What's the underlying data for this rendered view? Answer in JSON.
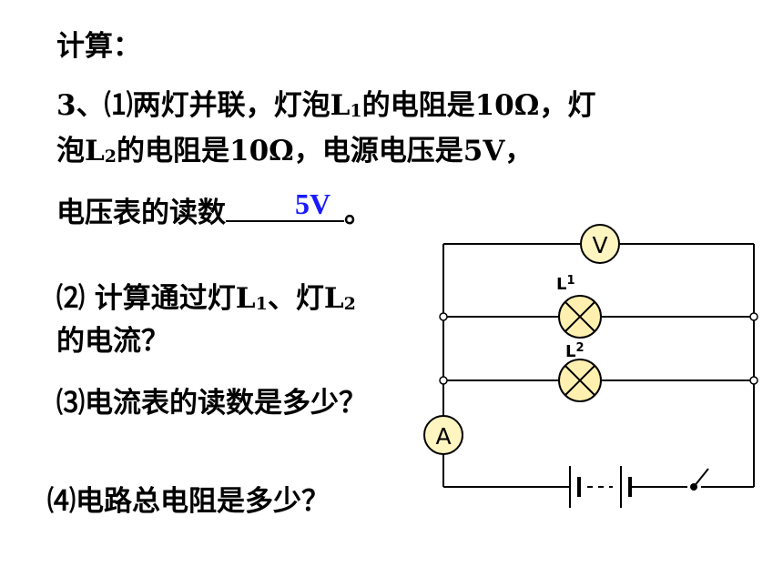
{
  "heading": "计算：",
  "q3": {
    "line1_prefix": "3、⑴两灯并联，灯泡L",
    "line1_sub": "1",
    "line1_suffix": "的电阻是10Ω，灯",
    "line2_prefix": "泡L",
    "line2_sub": "2",
    "line2_suffix": "的电阻是10Ω，电源电压是5V，",
    "line3_prefix": "电压表的读数",
    "line3_suffix": "。",
    "answer": "5V"
  },
  "q2": {
    "line1_a": "⑵ 计算通过灯L",
    "line1_sub1": "1",
    "line1_b": "、灯L",
    "line1_sub2": "2",
    "line2": "的电流？"
  },
  "q3b": "⑶电流表的读数是多少？",
  "q4": "⑷电路总电阻是多少？",
  "circuit": {
    "voltmeter_label": "V",
    "ammeter_label": "A",
    "lamp1_label_main": "L",
    "lamp1_label_sub": "1",
    "lamp2_label_main": "L",
    "lamp2_label_sub": "2",
    "meter_fill": "#fff5c0",
    "lamp_fill": "#fff0b0"
  }
}
